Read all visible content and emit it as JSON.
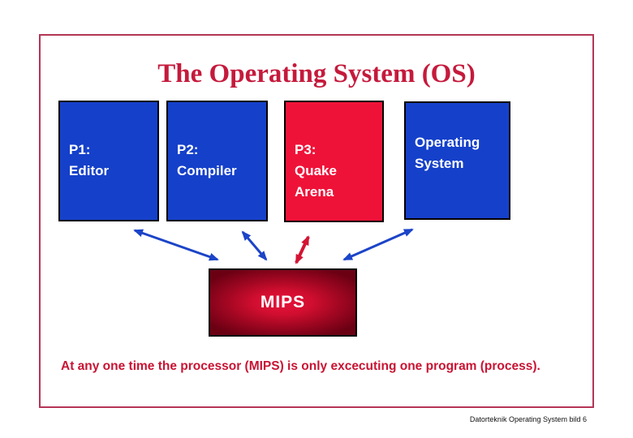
{
  "slide": {
    "title": "The Operating System (OS)",
    "process_boxes": [
      {
        "id": "p1",
        "lines": [
          "P1:",
          "Editor"
        ],
        "fill": "#1540CA"
      },
      {
        "id": "p2",
        "lines": [
          "P2:",
          "Compiler"
        ],
        "fill": "#1540CA"
      },
      {
        "id": "p3",
        "lines": [
          "P3:",
          "Quake",
          "Arena"
        ],
        "fill": "#EF1238"
      },
      {
        "id": "os",
        "lines": [
          "Operating",
          "System"
        ],
        "fill": "#1540CA"
      }
    ],
    "processor_box": {
      "label": "MIPS"
    },
    "caption": "At any one time the processor (MIPS) is only excecuting one program (process).",
    "footer": "Datorteknik Operating System bild 6",
    "colors": {
      "frame_border": "#B43556",
      "title_text": "#C51A3C",
      "caption_text": "#C81433",
      "box_blue": "#1540CA",
      "box_red": "#EF1238",
      "box_text": "#FFFFFF",
      "arrow_blue": "#1C44C8",
      "arrow_red": "#D31434",
      "mips_gradient_center": "#E8123A",
      "mips_gradient_edge": "#6B0013",
      "mips_border": "#000000",
      "background": "#FFFFFF"
    }
  }
}
